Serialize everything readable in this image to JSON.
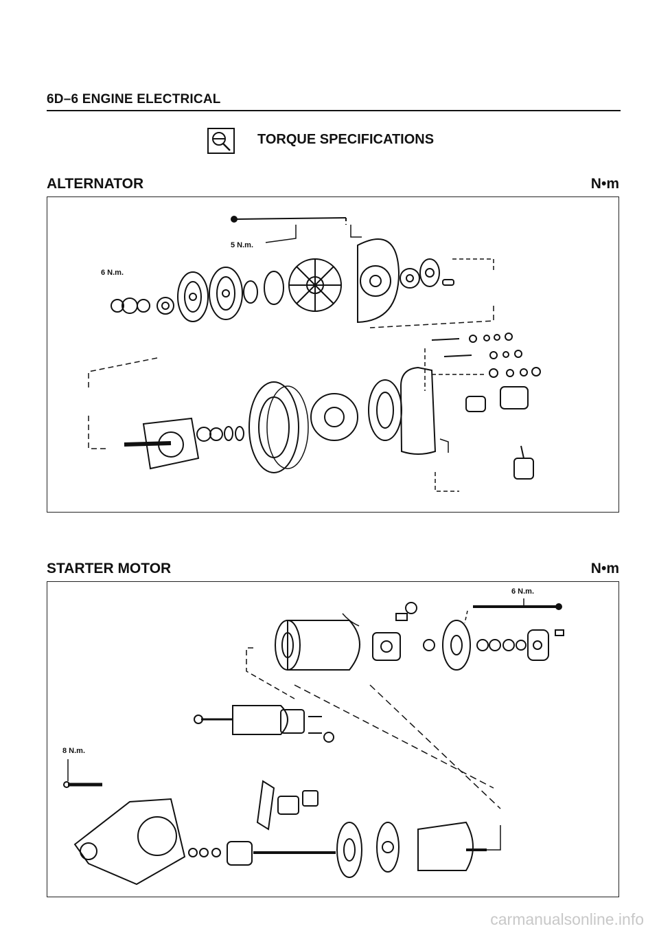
{
  "header": {
    "title": "6D–6 ENGINE ELECTRICAL"
  },
  "torque": {
    "title": "TORQUE SPECIFICATIONS",
    "icon": "torque-wrench-icon"
  },
  "alternator": {
    "title": "ALTERNATOR",
    "unit": "N•m",
    "callouts": [
      "5 N.m.",
      "6 N.m."
    ]
  },
  "starter": {
    "title": "STARTER MOTOR",
    "unit": "N•m",
    "callouts": [
      "6 N.m.",
      "8 N.m."
    ]
  },
  "watermark": "carmanualsonline.info"
}
